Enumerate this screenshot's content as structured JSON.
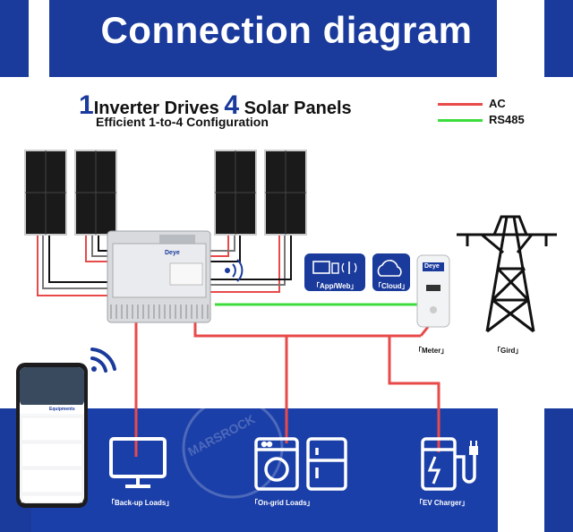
{
  "header": {
    "title": "Connection diagram"
  },
  "subtitle": {
    "num1": "1",
    "part1": "Inverter Drives ",
    "num2": "4",
    "part2": " Solar Panels",
    "line2": "Efficient 1-to-4 Configuration"
  },
  "legend": {
    "ac": "AC",
    "rs485": "RS485",
    "ac_color": "#e84a4a",
    "rs485_color": "#3ddc3d"
  },
  "inverter": {
    "brand": "Deye"
  },
  "meter": {
    "brand": "Deye"
  },
  "labels": {
    "app": "「App/Web」",
    "cloud": "「Cloud」",
    "meter": "「Meter」",
    "grid": "「Gird」",
    "backup": "「Back-up Loads」",
    "ongrid": "「On-grid Loads」",
    "ev": "「EV Charger」"
  },
  "phone": {
    "tab": "Equipments",
    "watermark": "MARSROCK"
  },
  "icons": [
    "wifi-icon",
    "signal-icon",
    "cloud-icon",
    "monitor-icon",
    "washer-icon",
    "fridge-icon",
    "ev-charger-icon",
    "tower-icon"
  ]
}
